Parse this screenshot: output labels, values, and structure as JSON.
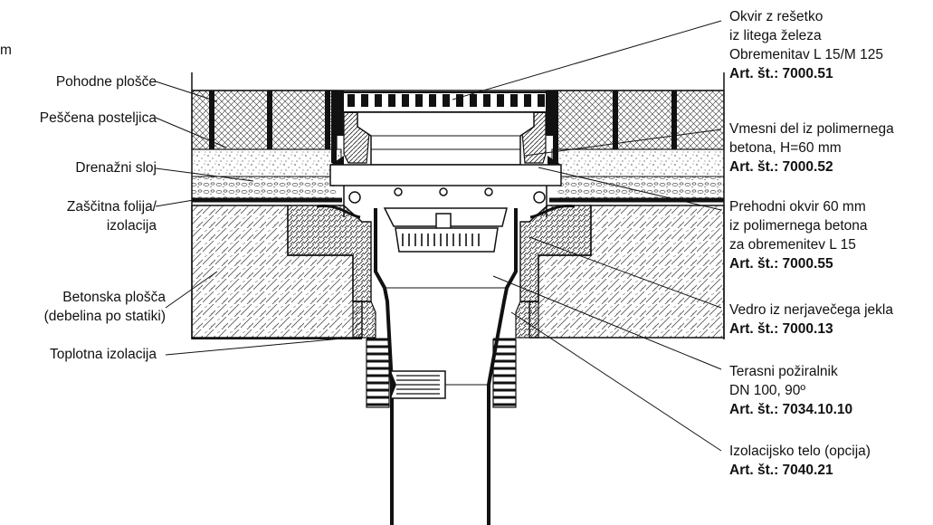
{
  "fragment": "m",
  "labels_left": [
    {
      "id": "pohodne",
      "lines": [
        "Pohodne plošče"
      ]
    },
    {
      "id": "pescena",
      "lines": [
        "Peščena posteljica"
      ]
    },
    {
      "id": "drenazni",
      "lines": [
        "Drenažni sloj"
      ]
    },
    {
      "id": "zascitna",
      "lines": [
        "Zaščitna folija/",
        "izolacija"
      ]
    },
    {
      "id": "betonska",
      "lines": [
        "Betonska plošča",
        "(debelina po statiki)"
      ]
    },
    {
      "id": "toplotna",
      "lines": [
        "Toplotna izolacija"
      ]
    }
  ],
  "labels_right": [
    {
      "id": "okvir",
      "lines": [
        "Okvir z rešetko",
        "iz litega železa",
        "Obremenitav L 15/M 125"
      ],
      "art": "Art. št.: 7000.51"
    },
    {
      "id": "vmesni",
      "lines": [
        "Vmesni del iz polimernega",
        "betona, H=60 mm"
      ],
      "art": "Art. št.: 7000.52"
    },
    {
      "id": "prehodni",
      "lines": [
        "Prehodni okvir 60 mm",
        "iz polimernega betona",
        "za obremenitev L 15"
      ],
      "art": "Art. št.: 7000.55"
    },
    {
      "id": "vedro",
      "lines": [
        "Vedro iz nerjavečega jekla"
      ],
      "art": "Art. št.: 7000.13"
    },
    {
      "id": "terasni",
      "lines": [
        "Terasni požiralnik",
        "DN 100, 90º"
      ],
      "art": "Art. št.: 7034.10.10"
    },
    {
      "id": "izolacijsko",
      "lines": [
        "Izolacijsko telo (opcija)"
      ],
      "art": "Art. št.: 7040.21"
    }
  ]
}
